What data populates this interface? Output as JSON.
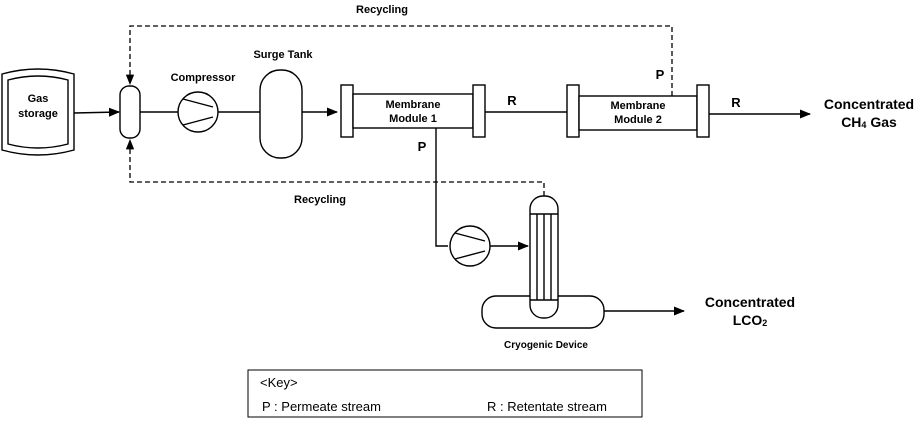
{
  "labels": {
    "gas_storage_line1": "Gas",
    "gas_storage_line2": "storage",
    "compressor": "Compressor",
    "surge_tank": "Surge Tank",
    "membrane1_line1": "Membrane",
    "membrane1_line2": "Module 1",
    "membrane2_line1": "Membrane",
    "membrane2_line2": "Module 2",
    "recycling_top": "Recycling",
    "recycling_bottom": "Recycling",
    "r1": "R",
    "r2": "R",
    "p1": "P",
    "p2": "P",
    "product_ch4_line1": "Concentrated",
    "product_ch4_prefix": "CH",
    "product_ch4_sub": "4",
    "product_ch4_suffix": " Gas",
    "product_lco2_line1": "Concentrated",
    "product_lco2_prefix": "LCO",
    "product_lco2_sub": "2",
    "cryogenic_device": "Cryogenic Device"
  },
  "key": {
    "title": "<Key>",
    "permeate": "P : Permeate stream",
    "retentate": "R : Retentate stream"
  }
}
